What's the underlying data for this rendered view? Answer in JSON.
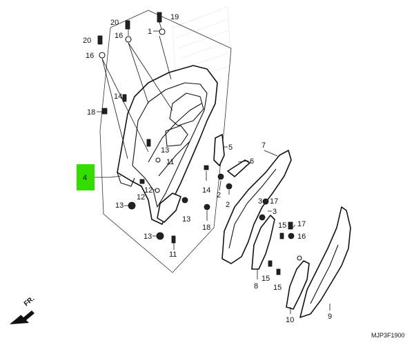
{
  "diagram": {
    "code": "MJP3F1900",
    "direction_label": "FR.",
    "highlight_color": "#33dd00",
    "highlighted_callout": "4",
    "callouts": [
      "1",
      "2",
      "3",
      "4",
      "5",
      "6",
      "7",
      "8",
      "9",
      "10",
      "11",
      "12",
      "13",
      "14",
      "15",
      "16",
      "17",
      "18",
      "19",
      "20"
    ],
    "labels": {
      "c19": "19",
      "c1": "1",
      "c20a": "20",
      "c16a": "16",
      "c20b": "20",
      "c16b": "16",
      "c14a": "14",
      "c18a": "18",
      "c13a": "13",
      "c11a": "11",
      "c4": "4",
      "c12a": "12",
      "c12b": "12",
      "c13b": "13",
      "c13c": "13",
      "c13d": "13",
      "c11b": "11",
      "c14b": "14",
      "c18b": "18",
      "c2a": "2",
      "c2b": "2",
      "c5": "5",
      "c6": "6",
      "c7": "7",
      "c3a": "3",
      "c3b": "3",
      "c17a": "17",
      "c17b": "17",
      "c15a": "15",
      "c15b": "15",
      "c15c": "15",
      "c16c": "16",
      "c8": "8",
      "c10": "10",
      "c9": "9"
    }
  }
}
